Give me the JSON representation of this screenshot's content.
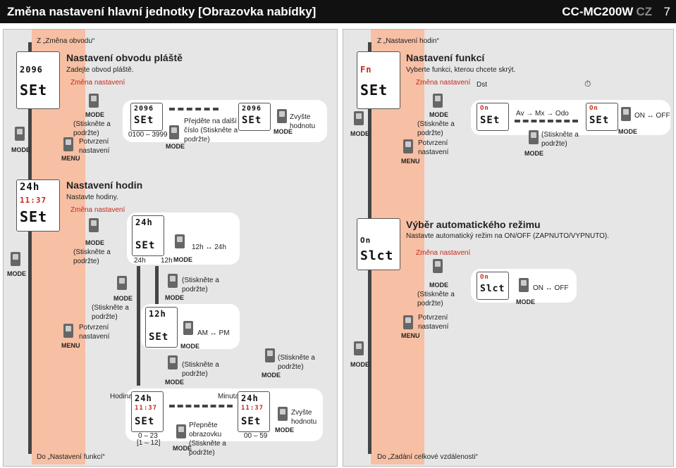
{
  "header": {
    "title": "Změna nastavení hlavní jednotky [Obrazovka nabídky]",
    "model": "CC-MC200W",
    "lang": "CZ",
    "page": "7"
  },
  "left_panel": {
    "from_label": "Z „Změna obvodu“",
    "circ": {
      "title": "Nastavení obvodu pláště",
      "desc": "Zadejte obvod pláště.",
      "change": "Změna nastavení",
      "mode": "MODE",
      "hold": "(Stiskněte a podržte)",
      "confirm": "Potvrzení nastavení",
      "menu": "MENU",
      "range": "0100 – 3999",
      "next_digit": "Přejděte na další číslo (Stiskněte a podržte)",
      "increase": "Zvyšte hodnotu",
      "screen_big": "SEt",
      "screen_num": "2096"
    },
    "clock": {
      "title": "Nastavení hodin",
      "desc": "Nastavte hodiny.",
      "change": "Změna nastavení",
      "format": "12h ↔ 24h",
      "label24": "24h",
      "label12": "12h",
      "ampm": "AM ↔ PM",
      "hour": "Hodina",
      "minute": "Minuta",
      "hour_range": "0 – 23",
      "hour_range12": "[1 – 12]",
      "min_range": "00 – 59",
      "switch_screen": "Přepněte obrazovku (Stiskněte a podržte)",
      "screen_24": "24h",
      "screen_12": "12h",
      "screen_time": "11:37"
    },
    "to_label": "Do „Nastavení funkcí“"
  },
  "right_panel": {
    "from_label": "Z „Nastavení hodin“",
    "func": {
      "title": "Nastavení funkcí",
      "desc": "Vyberte funkci, kterou chcete skrýt.",
      "change": "Změna nastavení",
      "dst": "Dst",
      "cycle": "Av → Mx → Odo",
      "onoff": "ON ↔ OFF",
      "screen_fn": "Fn",
      "screen_on": "On"
    },
    "auto": {
      "title": "Výběr automatického režimu",
      "desc": "Nastavte automatický režim na ON/OFF (ZAPNUTO/VYPNUTO).",
      "change": "Změna nastavení",
      "onoff": "ON ↔ OFF",
      "screen": "Slct"
    },
    "to_label": "Do „Zadání celkové vzdálenosti“"
  }
}
